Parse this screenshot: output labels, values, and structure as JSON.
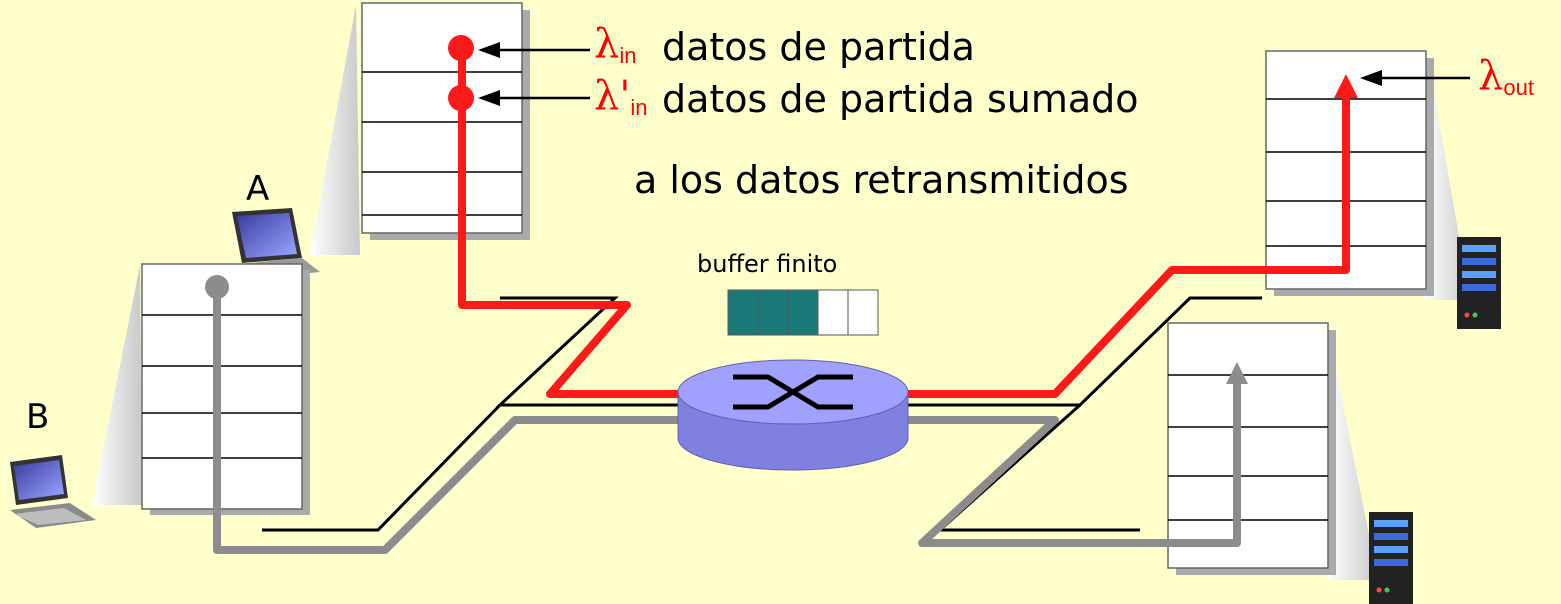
{
  "labels": {
    "lambda_in_symbol": "λ",
    "lambda_in_sub": "in",
    "lambda_in_text": "datos de partida",
    "lambda_prime_symbol": "λ'",
    "lambda_prime_sub": "in",
    "lambda_prime_text_1": "datos de partida sumado",
    "lambda_prime_text_2": "a los datos retransmitidos",
    "lambda_out_symbol": "λ",
    "lambda_out_sub": "out",
    "buffer_label": "buffer finito",
    "host_a": "A",
    "host_b": "B"
  },
  "buffer": {
    "filled_slots": 3,
    "total_slots": 5
  },
  "colors": {
    "background": "#FFFFCC",
    "red_flow": "#FF1A1A",
    "gray_flow": "#8C8C8C",
    "router": "#9999FF",
    "buffer_filled": "#1A7A7A"
  }
}
